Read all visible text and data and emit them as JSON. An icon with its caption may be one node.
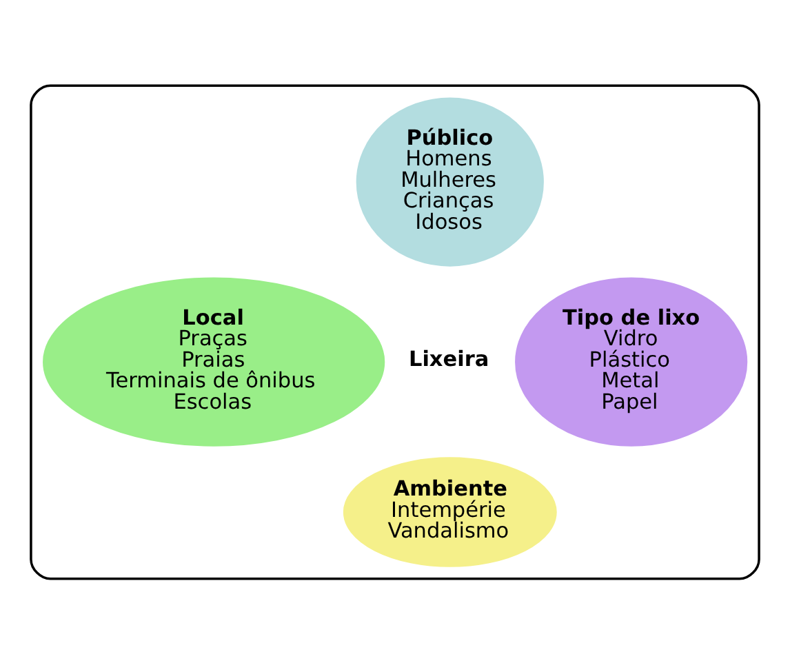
{
  "diagram": {
    "nodes": [
      {
        "text": [],
        "shape": "box"
      },
      {
        "text": [
          "Público",
          "Homens",
          "Mulheres",
          "Crianças",
          "Idosos"
        ],
        "in": 0
      },
      {
        "text": [
          "Local",
          "Praças",
          "Praias",
          "Terminais de ônibus",
          "Escolas"
        ],
        "in": 0
      },
      {
        "text": [
          "Tipo de lixo",
          "Vidro",
          "Plástico",
          "Metal",
          "Papel"
        ],
        "in": 0
      },
      {
        "text": [
          "Ambiente",
          "Intempérie",
          "Vandalismo"
        ],
        "in": 0
      }
    ],
    "edges": [],
    "labels": [
      "Lixeira"
    ]
  }
}
